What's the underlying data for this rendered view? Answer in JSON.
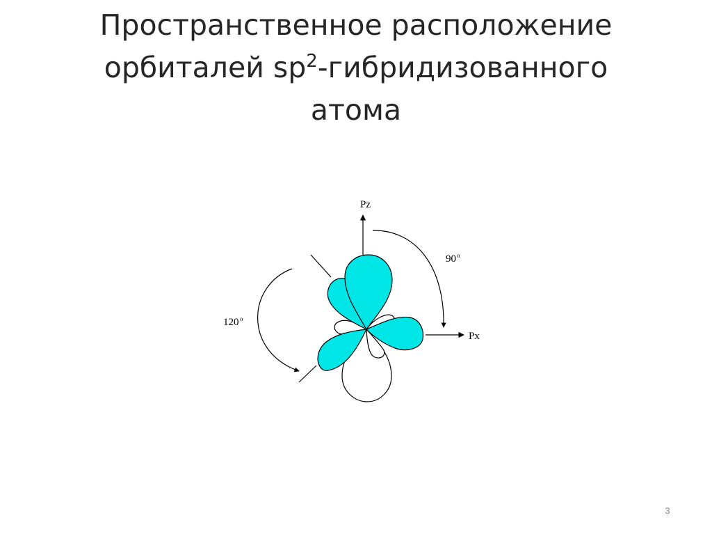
{
  "slide": {
    "title_line1": "Пространственное расположение",
    "title_line2_prefix": "орбиталей sp",
    "title_line2_sup": "2",
    "title_line2_suffix": "-гибридизованного",
    "title_line3": "атома",
    "page_number": "3"
  },
  "diagram": {
    "axis_z_label": "Pz",
    "axis_x_label": "Px",
    "angle_right_value": "90",
    "angle_right_unit": "o",
    "angle_left_value": "120",
    "angle_left_unit": "o",
    "hybrid_color": "#00e5e5",
    "outline_color": "#000000"
  }
}
